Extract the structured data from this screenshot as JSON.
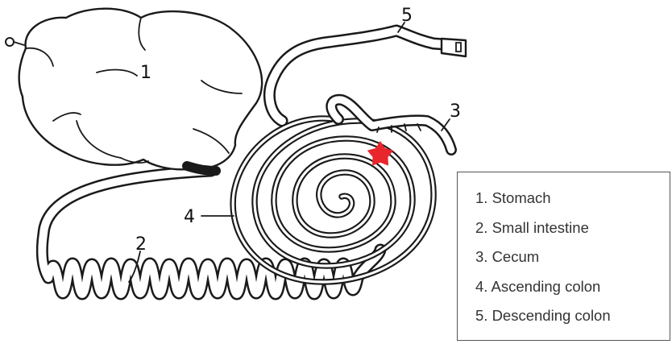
{
  "figure": {
    "number_labels": {
      "stomach": "1",
      "small_intestine": "2",
      "cecum": "3",
      "ascending_colon": "4",
      "descending_colon": "5"
    },
    "marker": {
      "shape": "star",
      "color": "#e8262b"
    }
  },
  "legend": {
    "items": [
      "1. Stomach",
      "2. Small intestine",
      "3. Cecum",
      "4. Ascending colon",
      "5. Descending colon"
    ]
  }
}
